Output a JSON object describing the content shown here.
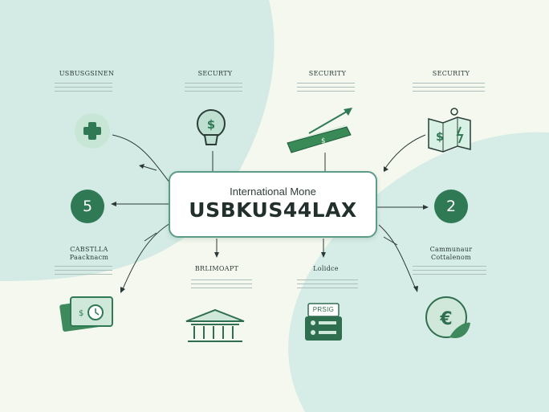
{
  "center": {
    "subtitle": "International Mone",
    "title": "USBKUS44LAX"
  },
  "top_labels": [
    "USBUSGSINEN",
    "SECURTY",
    "SECURITY",
    "SECURITY"
  ],
  "side_numbers": {
    "left": "5",
    "right": "2"
  },
  "bottom_labels": {
    "left": [
      "CABSTLLA",
      "Paacknacm"
    ],
    "mid_left": "BRLIMOAPT",
    "mid_right": "Lolidce",
    "right": [
      "Cammunaur",
      "Cottalenom"
    ]
  },
  "icons": {
    "medical_cross": "plus-circle-icon",
    "lightbulb_dollar": "lightbulb-dollar-icon",
    "money_up": "money-arrow-up-icon",
    "map_dollar": "map-dollar-icon",
    "cash_clock": "cash-clock-icon",
    "bank": "bank-icon",
    "pos_terminal": "pos-terminal-icon",
    "euro_coin": "euro-coin-icon"
  },
  "pos_label": "PRSIG",
  "colors": {
    "accent": "#2f7a55",
    "border": "#5b9b88",
    "bg_blob": "#d6ece6"
  }
}
